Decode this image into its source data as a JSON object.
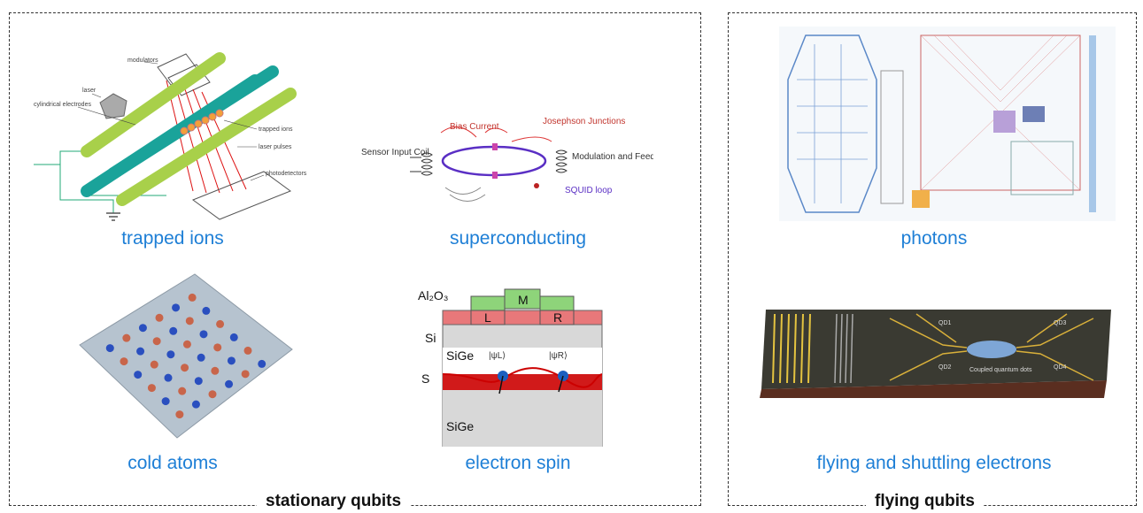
{
  "groups": {
    "stationary": {
      "title": "stationary qubits"
    },
    "flying": {
      "title": "flying qubits"
    }
  },
  "platforms": {
    "trapped_ions": {
      "caption": "trapped ions",
      "labels": [
        "modulators",
        "laser",
        "cylindrical electrodes",
        "trapped ions",
        "laser pulses",
        "photodetectors"
      ]
    },
    "superconducting": {
      "caption": "superconducting",
      "labels": [
        "Bias Current",
        "Josephson Junctions",
        "Sensor Input Coil",
        "Modulation and Feedback Signals",
        "SQUID loop"
      ]
    },
    "cold_atoms": {
      "caption": "cold atoms"
    },
    "electron_spin": {
      "caption": "electron spin",
      "labels": [
        "Al₂O₃",
        "M",
        "L",
        "R",
        "Si",
        "SiGe",
        "S",
        "SiGe",
        "|ψL⟩",
        "|ψR⟩"
      ]
    },
    "photons": {
      "caption": "photons"
    },
    "flying_electrons": {
      "caption": "flying and shuttling electrons",
      "labels": [
        "QD1",
        "QD2",
        "QD3",
        "QD4",
        "Coupled quantum dots"
      ]
    }
  },
  "colors": {
    "caption": "#1e7fd6",
    "electrode_green": "#a8d04a",
    "electrode_teal": "#1aa39a",
    "squid_loop": "#5a2fc4",
    "spin_red": "#d11a1a",
    "gate_green": "#8ed47a",
    "gate_red": "#e8787a"
  }
}
